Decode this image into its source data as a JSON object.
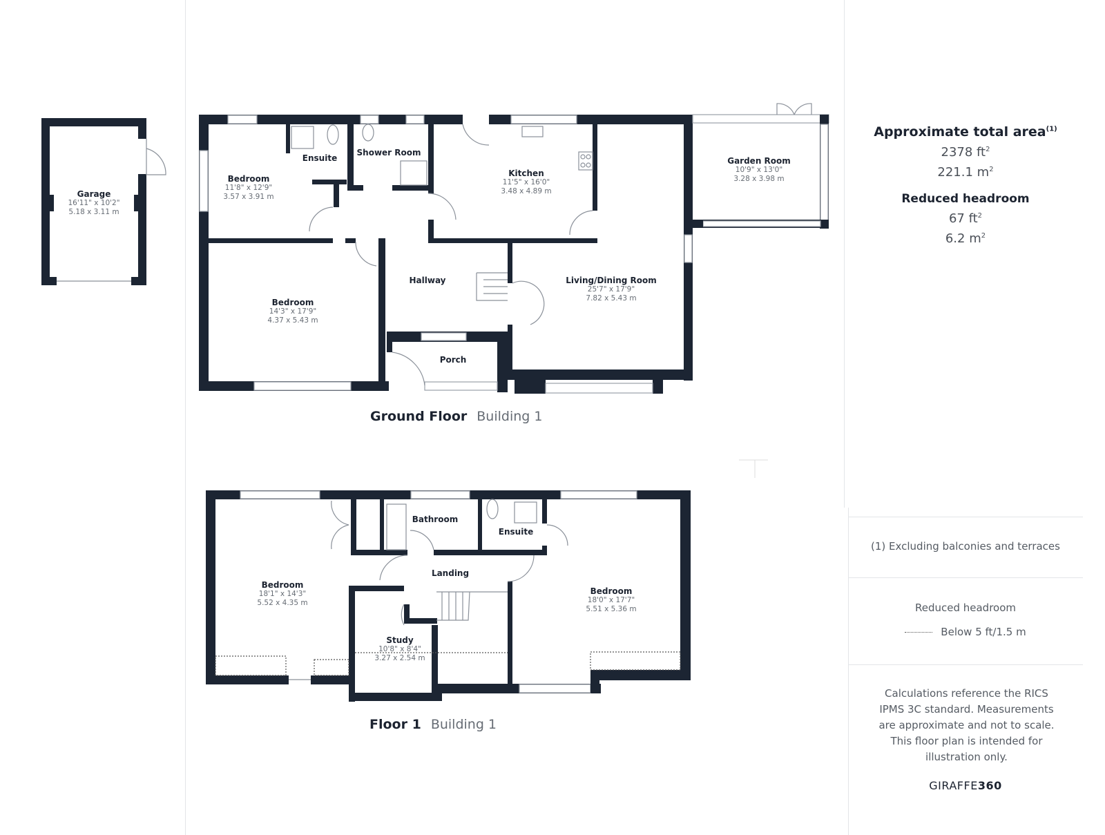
{
  "colors": {
    "wall": "#1c2533",
    "text_primary": "#1c2330",
    "text_secondary": "#666c74"
  },
  "garage": {
    "name": "Garage",
    "imperial": "16'11\" x 10'2\"",
    "metric": "5.18 x 3.11 m"
  },
  "ground_floor": {
    "title": "Ground Floor",
    "building": "Building 1",
    "rooms": [
      {
        "name": "Bedroom",
        "imperial": "11'8\" x 12'9\"",
        "metric": "3.57 x 3.91 m"
      },
      {
        "name": "Ensuite"
      },
      {
        "name": "Shower Room"
      },
      {
        "name": "Kitchen",
        "imperial": "11'5\" x 16'0\"",
        "metric": "3.48 x 4.89 m"
      },
      {
        "name": "Garden Room",
        "imperial": "10'9\" x 13'0\"",
        "metric": "3.28 x 3.98 m"
      },
      {
        "name": "Bedroom",
        "imperial": "14'3\" x 17'9\"",
        "metric": "4.37 x 5.43 m"
      },
      {
        "name": "Hallway"
      },
      {
        "name": "Living/Dining Room",
        "imperial": "25'7\" x 17'9\"",
        "metric": "7.82 x 5.43 m"
      },
      {
        "name": "Porch"
      }
    ]
  },
  "floor_1": {
    "title": "Floor 1",
    "building": "Building 1",
    "rooms": [
      {
        "name": "Bathroom"
      },
      {
        "name": "Ensuite"
      },
      {
        "name": "Landing"
      },
      {
        "name": "Bedroom",
        "imperial": "18'1\" x 14'3\"",
        "metric": "5.52 x 4.35 m"
      },
      {
        "name": "Bedroom",
        "imperial": "18'0\" x 17'7\"",
        "metric": "5.51 x 5.36 m"
      },
      {
        "name": "Study",
        "imperial": "10'8\" x 8'4\"",
        "metric": "3.27 x 2.54 m"
      }
    ]
  },
  "summary": {
    "total_heading": "Approximate total area",
    "total_footnote": "(1)",
    "total_ft": "2378 ft",
    "total_m": "221.1 m",
    "reduced_heading": "Reduced headroom",
    "reduced_ft": "67 ft",
    "reduced_m": "6.2 m",
    "sup": "2"
  },
  "footnote": "(1) Excluding balconies and terraces",
  "legend": {
    "title": "Reduced headroom",
    "item": "Below 5 ft/1.5 m"
  },
  "disclaimer": "Calculations reference the RICS IPMS 3C standard. Measurements are approximate and not to scale. This floor plan is intended for illustration only.",
  "logo": {
    "part1": "GIRAFFE",
    "part2": "360"
  }
}
